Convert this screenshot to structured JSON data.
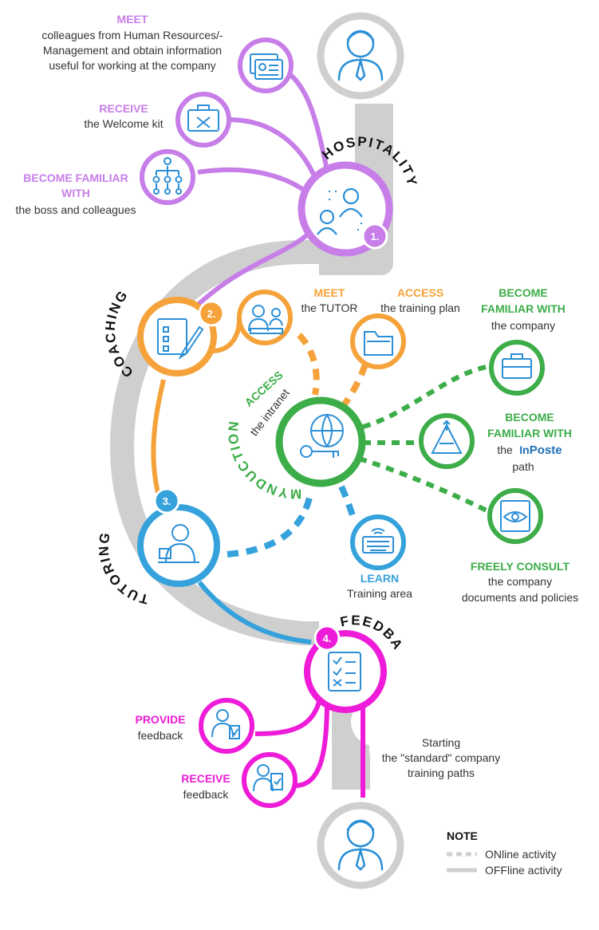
{
  "colors": {
    "hospitality": "#c77ee8",
    "coaching": "#f5a23a",
    "tutoring": "#36a2dc",
    "mynduction": "#3cad48",
    "feedback": "#ee1bd8",
    "offline_path": "#cfcfcf",
    "icon_blue": "#2b8fd6",
    "brand_blue": "#1e6fb8"
  },
  "stages": {
    "hospitality": {
      "title": "HOSPITALITY",
      "number": "1."
    },
    "coaching": {
      "title": "COACHING",
      "number": "2."
    },
    "tutoring": {
      "title": "TUTORING",
      "number": "3."
    },
    "feedback": {
      "title": "FEEDBACK",
      "number": "4."
    },
    "mynduction": {
      "title": "MYNDUCTION"
    }
  },
  "hospitality_items": {
    "meet": {
      "head": "MEET",
      "lines": [
        "colleagues from Human Resources/-",
        "Management and obtain information",
        "useful for working at the company"
      ]
    },
    "receive": {
      "head": "RECEIVE",
      "text": "the Welcome kit"
    },
    "familiar": {
      "head1": "BECOME FAMILIAR",
      "head2": "WITH",
      "text": "the boss and colleagues"
    }
  },
  "coaching_items": {
    "meet": {
      "head": "MEET",
      "text": "the TUTOR"
    },
    "access": {
      "head": "ACCESS",
      "text": "the training plan"
    }
  },
  "mynduction_items": {
    "access": {
      "head": "ACCESS",
      "text": "the intranet"
    },
    "company": {
      "head1": "BECOME",
      "head2": "FAMILIAR WITH",
      "text": "the company"
    },
    "path": {
      "head1": "BECOME",
      "head2": "FAMILIAR WITH",
      "text_prefix": "the",
      "brand_in": "In",
      "brand_poste": "Poste",
      "text_suffix": "path"
    },
    "consult": {
      "head": "FREELY CONSULT",
      "line1": "the company",
      "line2": "documents and policies"
    }
  },
  "tutoring_items": {
    "learn": {
      "head": "LEARN",
      "text": "Training area"
    }
  },
  "feedback_items": {
    "provide": {
      "head": "PROVIDE",
      "text": "feedback"
    },
    "receive": {
      "head": "RECEIVE",
      "text": "feedback"
    }
  },
  "starting": {
    "lines": [
      "Starting",
      "the \"standard\" company",
      "training paths"
    ]
  },
  "note": {
    "title": "NOTE",
    "online": "ONline activity",
    "offline": "OFFline activity"
  },
  "icons": [
    "person-icon",
    "id-cards-icon",
    "toolbox-icon",
    "org-chart-icon",
    "people-icon",
    "checklist-pencil-icon",
    "tutor-meeting-icon",
    "folder-icon",
    "globe-key-icon",
    "briefcase-icon",
    "triangle-arrows-icon",
    "eye-document-icon",
    "keyboard-icon",
    "tutor-desk-icon",
    "feedback-checklist-icon",
    "feedback-person-icon",
    "clipboard-person-icon"
  ]
}
